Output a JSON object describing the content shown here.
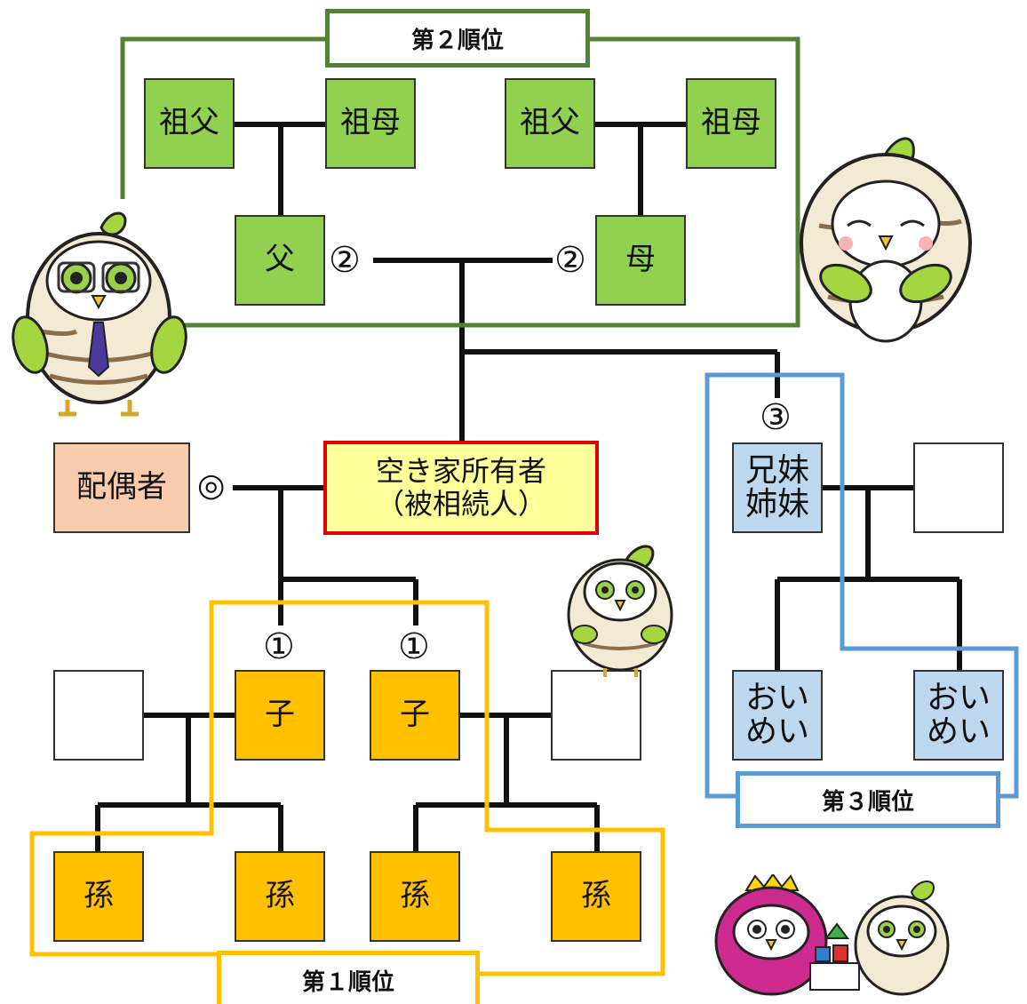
{
  "groups": {
    "rank2_label": "第２順位",
    "rank1_label": "第１順位",
    "rank3_label": "第３順位"
  },
  "grandparents": [
    {
      "label": "祖父"
    },
    {
      "label": "祖母"
    },
    {
      "label": "祖父"
    },
    {
      "label": "祖母"
    }
  ],
  "parents": {
    "father": "父",
    "mother": "母",
    "father_mark": "②",
    "mother_mark": "②"
  },
  "owner": {
    "line1": "空き家所有者",
    "line2": "（被相続人）"
  },
  "spouse": {
    "label": "配偶者",
    "mark": "◎"
  },
  "sibling": {
    "line1": "兄妹",
    "line2": "姉妹",
    "mark": "③"
  },
  "children": [
    {
      "label": "子",
      "mark": "①"
    },
    {
      "label": "子",
      "mark": "①"
    }
  ],
  "grandchildren": [
    "孫",
    "孫",
    "孫",
    "孫"
  ],
  "nephews": [
    {
      "line1": "おい",
      "line2": "めい"
    },
    {
      "line1": "おい",
      "line2": "めい"
    }
  ],
  "colors": {
    "rank2_frame": "#548235",
    "rank1_frame": "#ffc000",
    "rank3_frame": "#5b9bd5",
    "owner_border": "#e00000"
  }
}
